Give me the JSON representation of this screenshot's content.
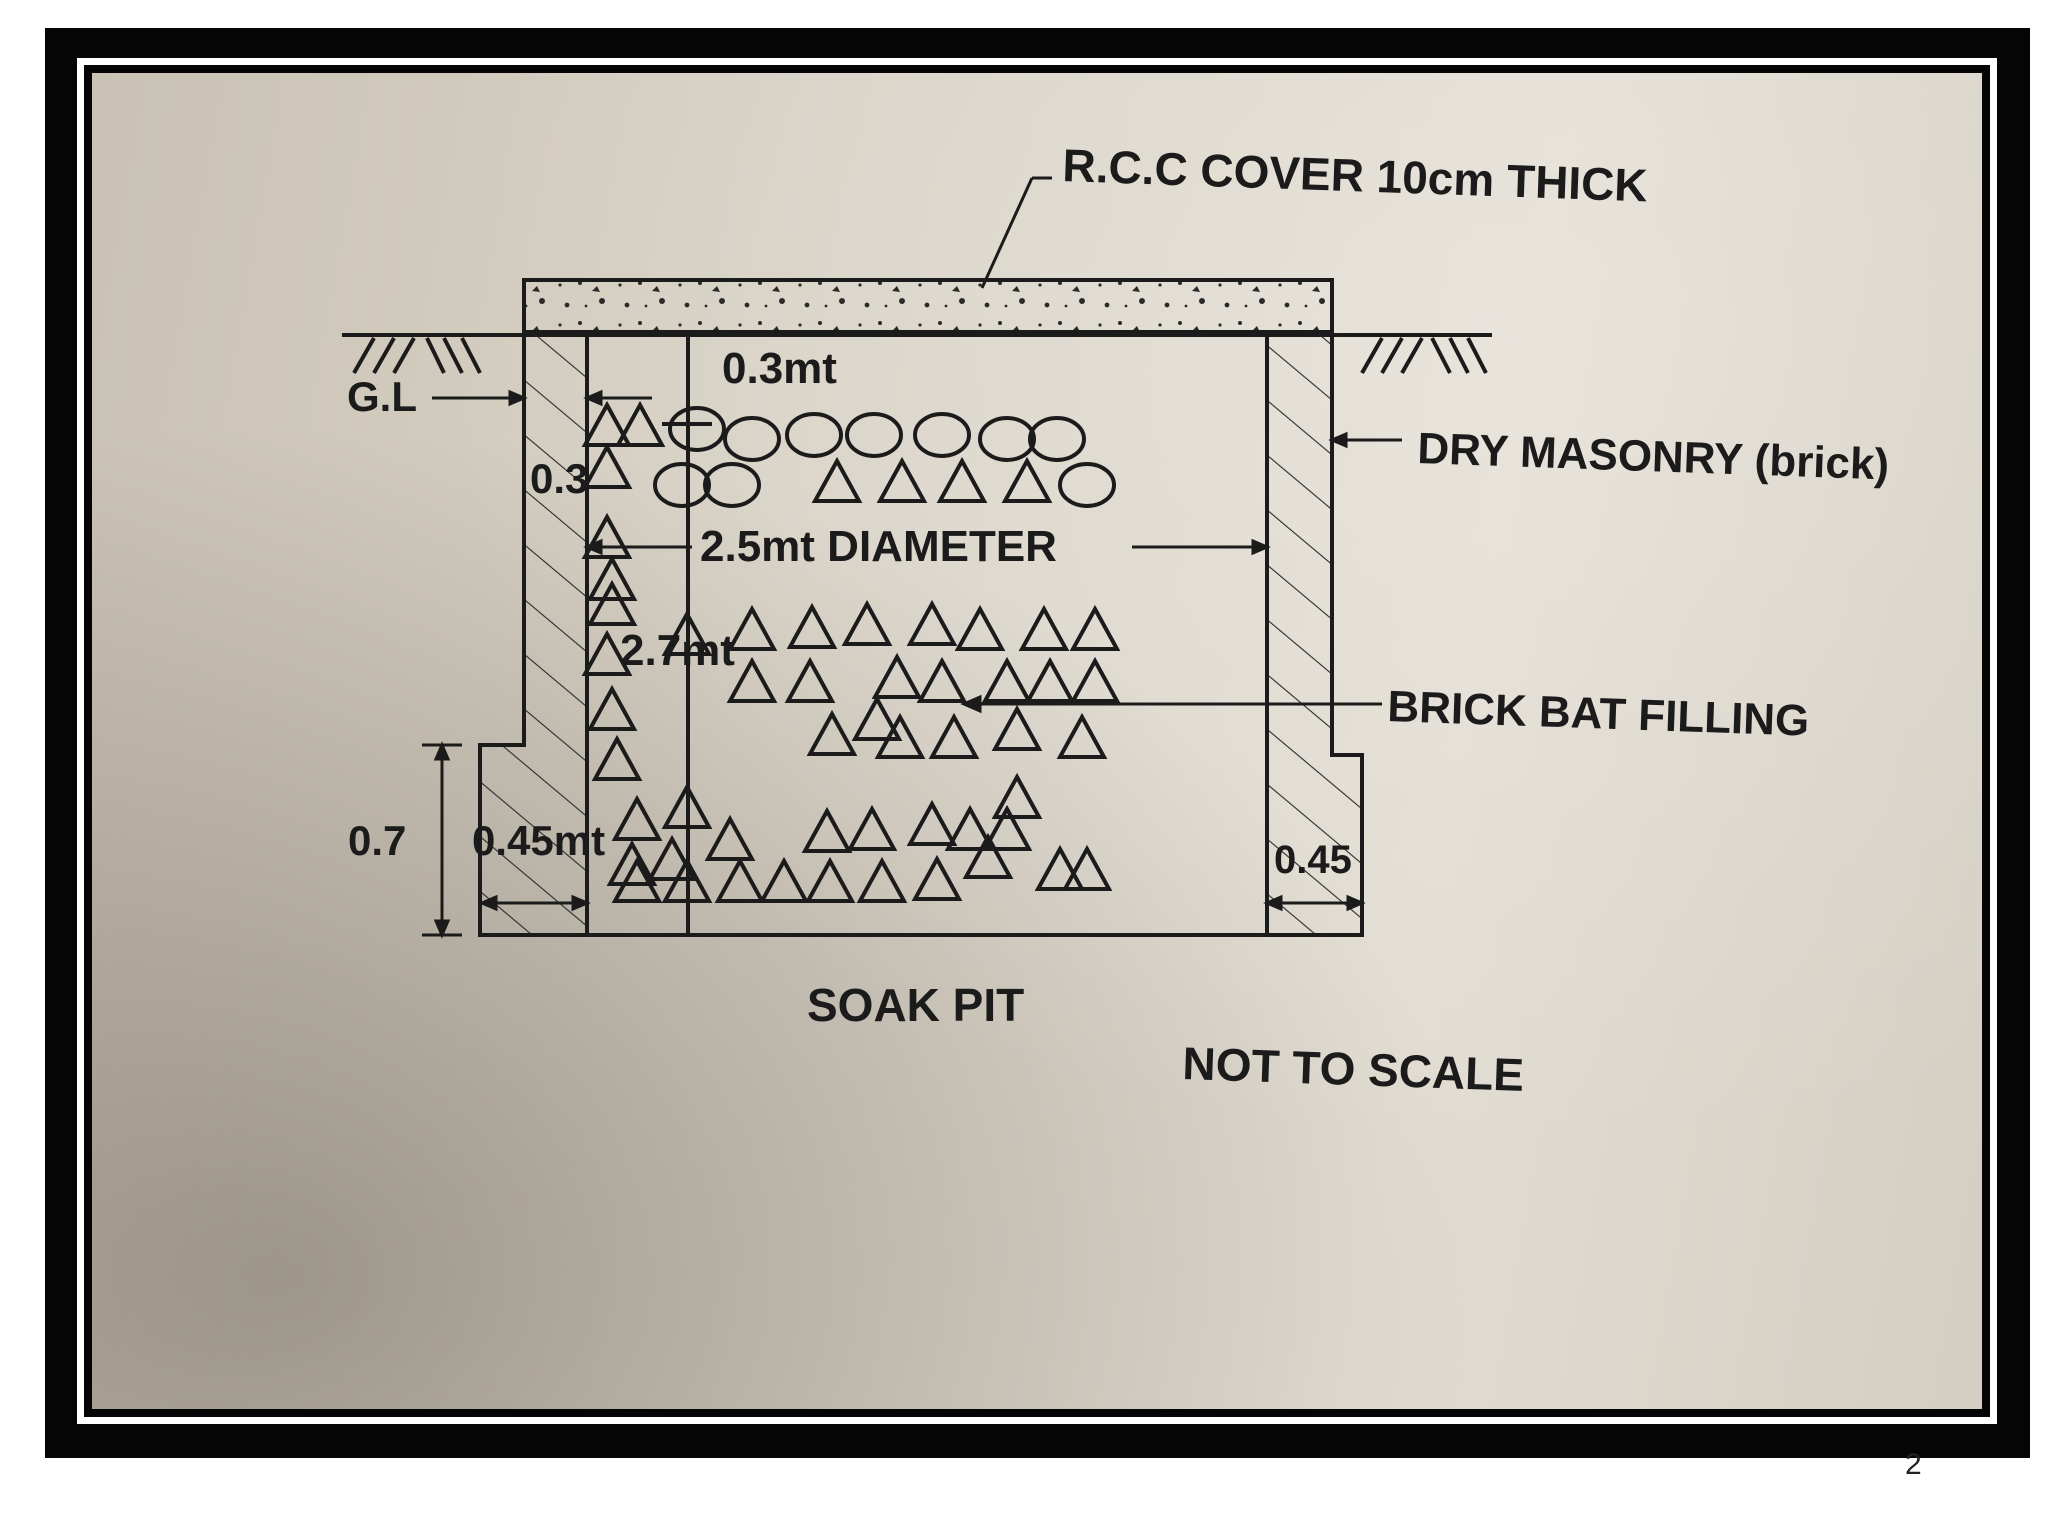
{
  "diagram": {
    "title": "SOAK PIT",
    "scale_note": "NOT TO SCALE",
    "labels": {
      "rcc_cover": "R.C.C COVER 10cm THICK",
      "ground_level": "G.L",
      "top_gap": "0.3mt",
      "wall_top_thickness": "0.3",
      "dry_masonry": "DRY MASONRY (brick)",
      "diameter": "2.5mt DIAMETER",
      "depth": "2.7mt",
      "brick_bat_filling": "BRICK BAT FILLING",
      "footing_height": "0.7",
      "footing_width_left": "0.45mt",
      "footing_width_right": "0.45"
    }
  },
  "page_number": "2"
}
